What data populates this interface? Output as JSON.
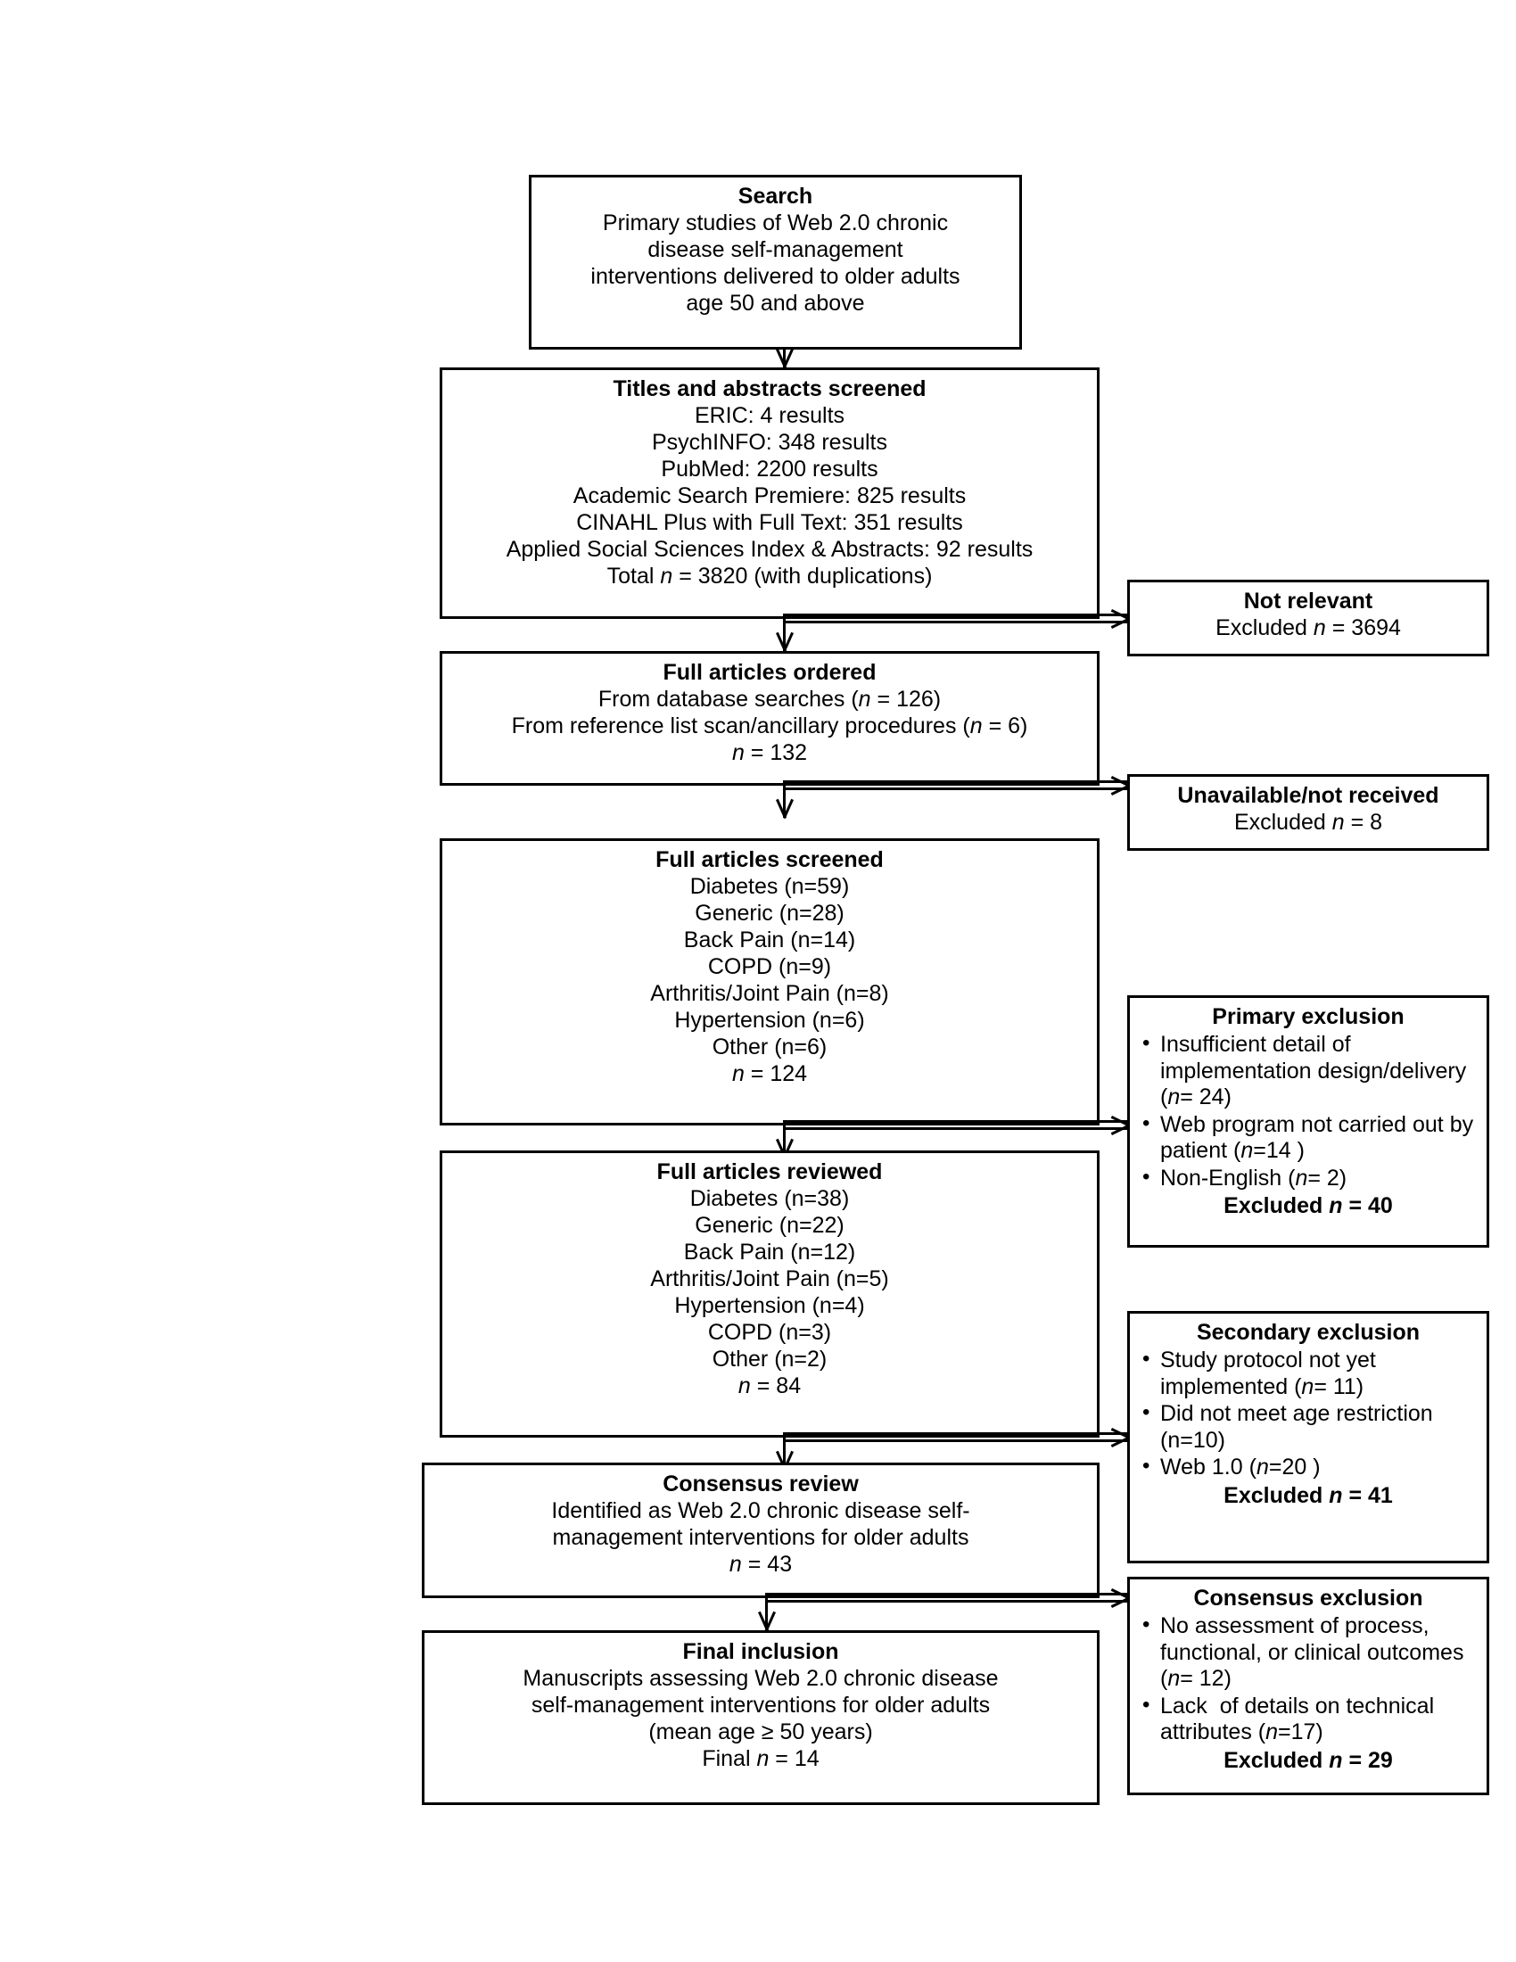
{
  "diagram": {
    "type": "prisma-flow-diagram",
    "boxes": [
      {
        "id": "search",
        "title": "Search",
        "lines": [
          "Primary studies of Web 2.0 chronic",
          "disease self-management",
          "interventions delivered to older adults",
          "age 50 and above"
        ]
      },
      {
        "id": "titles-abstracts",
        "title": "Titles and abstracts screened",
        "lines": [
          "ERIC: 4 results",
          "PsychINFO: 348 results",
          "PubMed: 2200 results",
          "Academic Search Premiere: 825 results",
          "CINAHL Plus with Full Text: 351 results",
          "Applied Social Sciences Index & Abstracts: 92 results",
          "Total n = 3820 (with duplications)"
        ]
      },
      {
        "id": "full-articles-ordered",
        "title": "Full articles ordered",
        "lines": [
          "From database searches (n = 126)",
          "From reference list scan/ancillary procedures (n = 6)",
          "n = 132"
        ]
      },
      {
        "id": "full-articles-screened",
        "title": "Full articles screened",
        "lines": [
          "Diabetes (n=59)",
          "Generic (n=28)",
          "Back Pain (n=14)",
          "COPD (n=9)",
          "Arthritis/Joint Pain (n=8)",
          "Hypertension (n=6)",
          "Other (n=6)",
          "n = 124"
        ]
      },
      {
        "id": "full-articles-reviewed",
        "title": "Full articles reviewed",
        "lines": [
          "Diabetes (n=38)",
          "Generic (n=22)",
          "Back Pain (n=12)",
          "Arthritis/Joint Pain (n=5)",
          "Hypertension (n=4)",
          "COPD (n=3)",
          "Other (n=2)",
          "n = 84"
        ]
      },
      {
        "id": "consensus-review",
        "title": "Consensus review",
        "lines": [
          "Identified as Web 2.0 chronic disease self-",
          "management interventions for older adults",
          "n = 43"
        ]
      },
      {
        "id": "final-inclusion",
        "title": "Final inclusion",
        "lines": [
          "Manuscripts assessing Web 2.0 chronic disease",
          "self-management interventions for older adults",
          "(mean age ≥ 50 years)",
          "Final n = 14"
        ]
      }
    ],
    "exclusions": [
      {
        "id": "not-relevant",
        "title": "Not relevant",
        "lines": [
          "Excluded n = 3694"
        ],
        "bullets": [],
        "total": ""
      },
      {
        "id": "unavailable",
        "title": "Unavailable/not received",
        "lines": [
          "Excluded n = 8"
        ],
        "bullets": [],
        "total": ""
      },
      {
        "id": "primary-exclusion",
        "title": "Primary exclusion",
        "lines": [],
        "bullets": [
          "Insufficient detail of implementation design/delivery (n= 24)",
          "Web program not carried out by patient (n=14 )",
          "Non-English (n= 2)"
        ],
        "total": "Excluded n = 40"
      },
      {
        "id": "secondary-exclusion",
        "title": "Secondary exclusion",
        "lines": [],
        "bullets": [
          "Study protocol not yet implemented (n= 11)",
          "Did not meet age restriction (n=10)",
          "Web 1.0 (n=20 )"
        ],
        "total": "Excluded n = 41"
      },
      {
        "id": "consensus-exclusion",
        "title": "Consensus exclusion",
        "lines": [],
        "bullets": [
          "No assessment of process, functional, or clinical outcomes (n= 12)",
          "Lack  of details on technical attributes (n=17)"
        ],
        "total": "Excluded n = 29"
      }
    ]
  }
}
